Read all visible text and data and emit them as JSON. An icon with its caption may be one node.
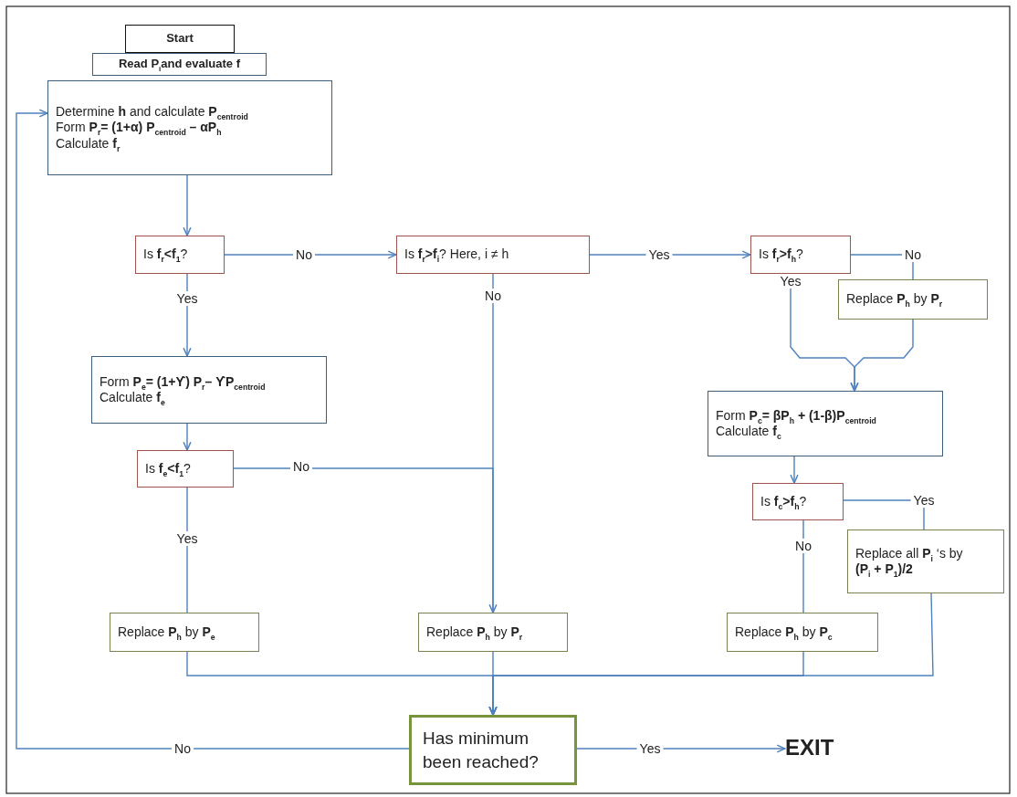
{
  "diagram": {
    "nodes": [
      {
        "text": [
          "Start"
        ]
      },
      {
        "text": [
          "Read P$_{i}$and evaluate f"
        ]
      },
      {
        "text": [
          "Determine **h** and calculate **P**$_{centroid}$",
          "Form **P**$_{r}$**= (1+α) P**$_{centroid}$ **– αP**$_{h}$",
          "Calculate **f**$_{r}$"
        ]
      },
      {
        "text": [
          "Is **f**$_{r}$**<f**$_{1}$?"
        ]
      },
      {
        "text": [
          "Is **f**$_{r}$**>f**$_{i}$? Here, i ≠ h"
        ]
      },
      {
        "text": [
          "Is **f**$_{r}$**>f**$_{h}$?"
        ]
      },
      {
        "text": [
          "Replace **P**$_{h}$ by **P**$_{r}$"
        ]
      },
      {
        "text": [
          "Form **P**$_{e}$**= (1+ϒ) P**$_{r}$**– ϒP**$_{centroid}$",
          "Calculate **f**$_{e}$"
        ]
      },
      {
        "text": [
          "Form **P**$_{c}$**= βP**$_{h}$ **+ (1-β)P**$_{centroid}$",
          "Calculate **f**$_{c}$"
        ]
      },
      {
        "text": [
          "Is **f**$_{e}$**<f**$_{1}$?"
        ]
      },
      {
        "text": [
          "Is **f**$_{c}$**>f**$_{h}$?"
        ]
      },
      {
        "text": [
          "Replace all **P**$_{i}$ ‘s by **(P**$_{i}$ **+ P**$_{1}$**)/2**"
        ]
      },
      {
        "text": [
          "Replace **P**$_{h}$ by **P**$_{e}$"
        ]
      },
      {
        "text": [
          "Replace **P**$_{h}$ by **P**$_{r}$"
        ]
      },
      {
        "text": [
          "Replace **P**$_{h}$ by **P**$_{c}$"
        ]
      },
      {
        "text": [
          "Has minimum been reached?"
        ]
      },
      {
        "text": [
          "EXIT"
        ]
      }
    ],
    "edges": [
      {
        "from": 2,
        "to": 3,
        "arrow": "to"
      },
      {
        "from": 3,
        "to": 4,
        "arrow": "to",
        "label": "No"
      },
      {
        "from": 3,
        "to": 7,
        "arrow": "to",
        "label": "Yes"
      },
      {
        "from": 4,
        "to": 5,
        "arrow": "to",
        "label": "Yes"
      },
      {
        "from": 4,
        "to": 13,
        "arrow": "none",
        "label": "No"
      },
      {
        "from": 9,
        "to": 13,
        "arrow": "to",
        "label": "No"
      },
      {
        "from": 5,
        "to": 6,
        "arrow": "none",
        "label": "No"
      },
      {
        "from": 5,
        "to": 8,
        "arrow": "to",
        "label": "Yes"
      },
      {
        "from": 6,
        "to": 8,
        "arrow": "to"
      },
      {
        "from": 7,
        "to": 9,
        "arrow": "to"
      },
      {
        "from": 8,
        "to": 10,
        "arrow": "to"
      },
      {
        "from": 9,
        "to": 12,
        "arrow": "none",
        "label": "Yes"
      },
      {
        "from": 10,
        "to": 14,
        "arrow": "none",
        "label": "No"
      },
      {
        "from": 10,
        "to": 11,
        "arrow": "none",
        "label": "Yes"
      },
      {
        "from": 12,
        "to": 15,
        "arrow": "to"
      },
      {
        "from": 13,
        "to": 15,
        "arrow": "to"
      },
      {
        "from": 14,
        "to": 15,
        "arrow": "to"
      },
      {
        "from": 11,
        "to": 15,
        "arrow": "to"
      },
      {
        "from": 15,
        "to": 16,
        "arrow": "to",
        "label": "Yes"
      },
      {
        "from": 15,
        "to": 2,
        "arrow": "to",
        "label": "No"
      }
    ]
  }
}
